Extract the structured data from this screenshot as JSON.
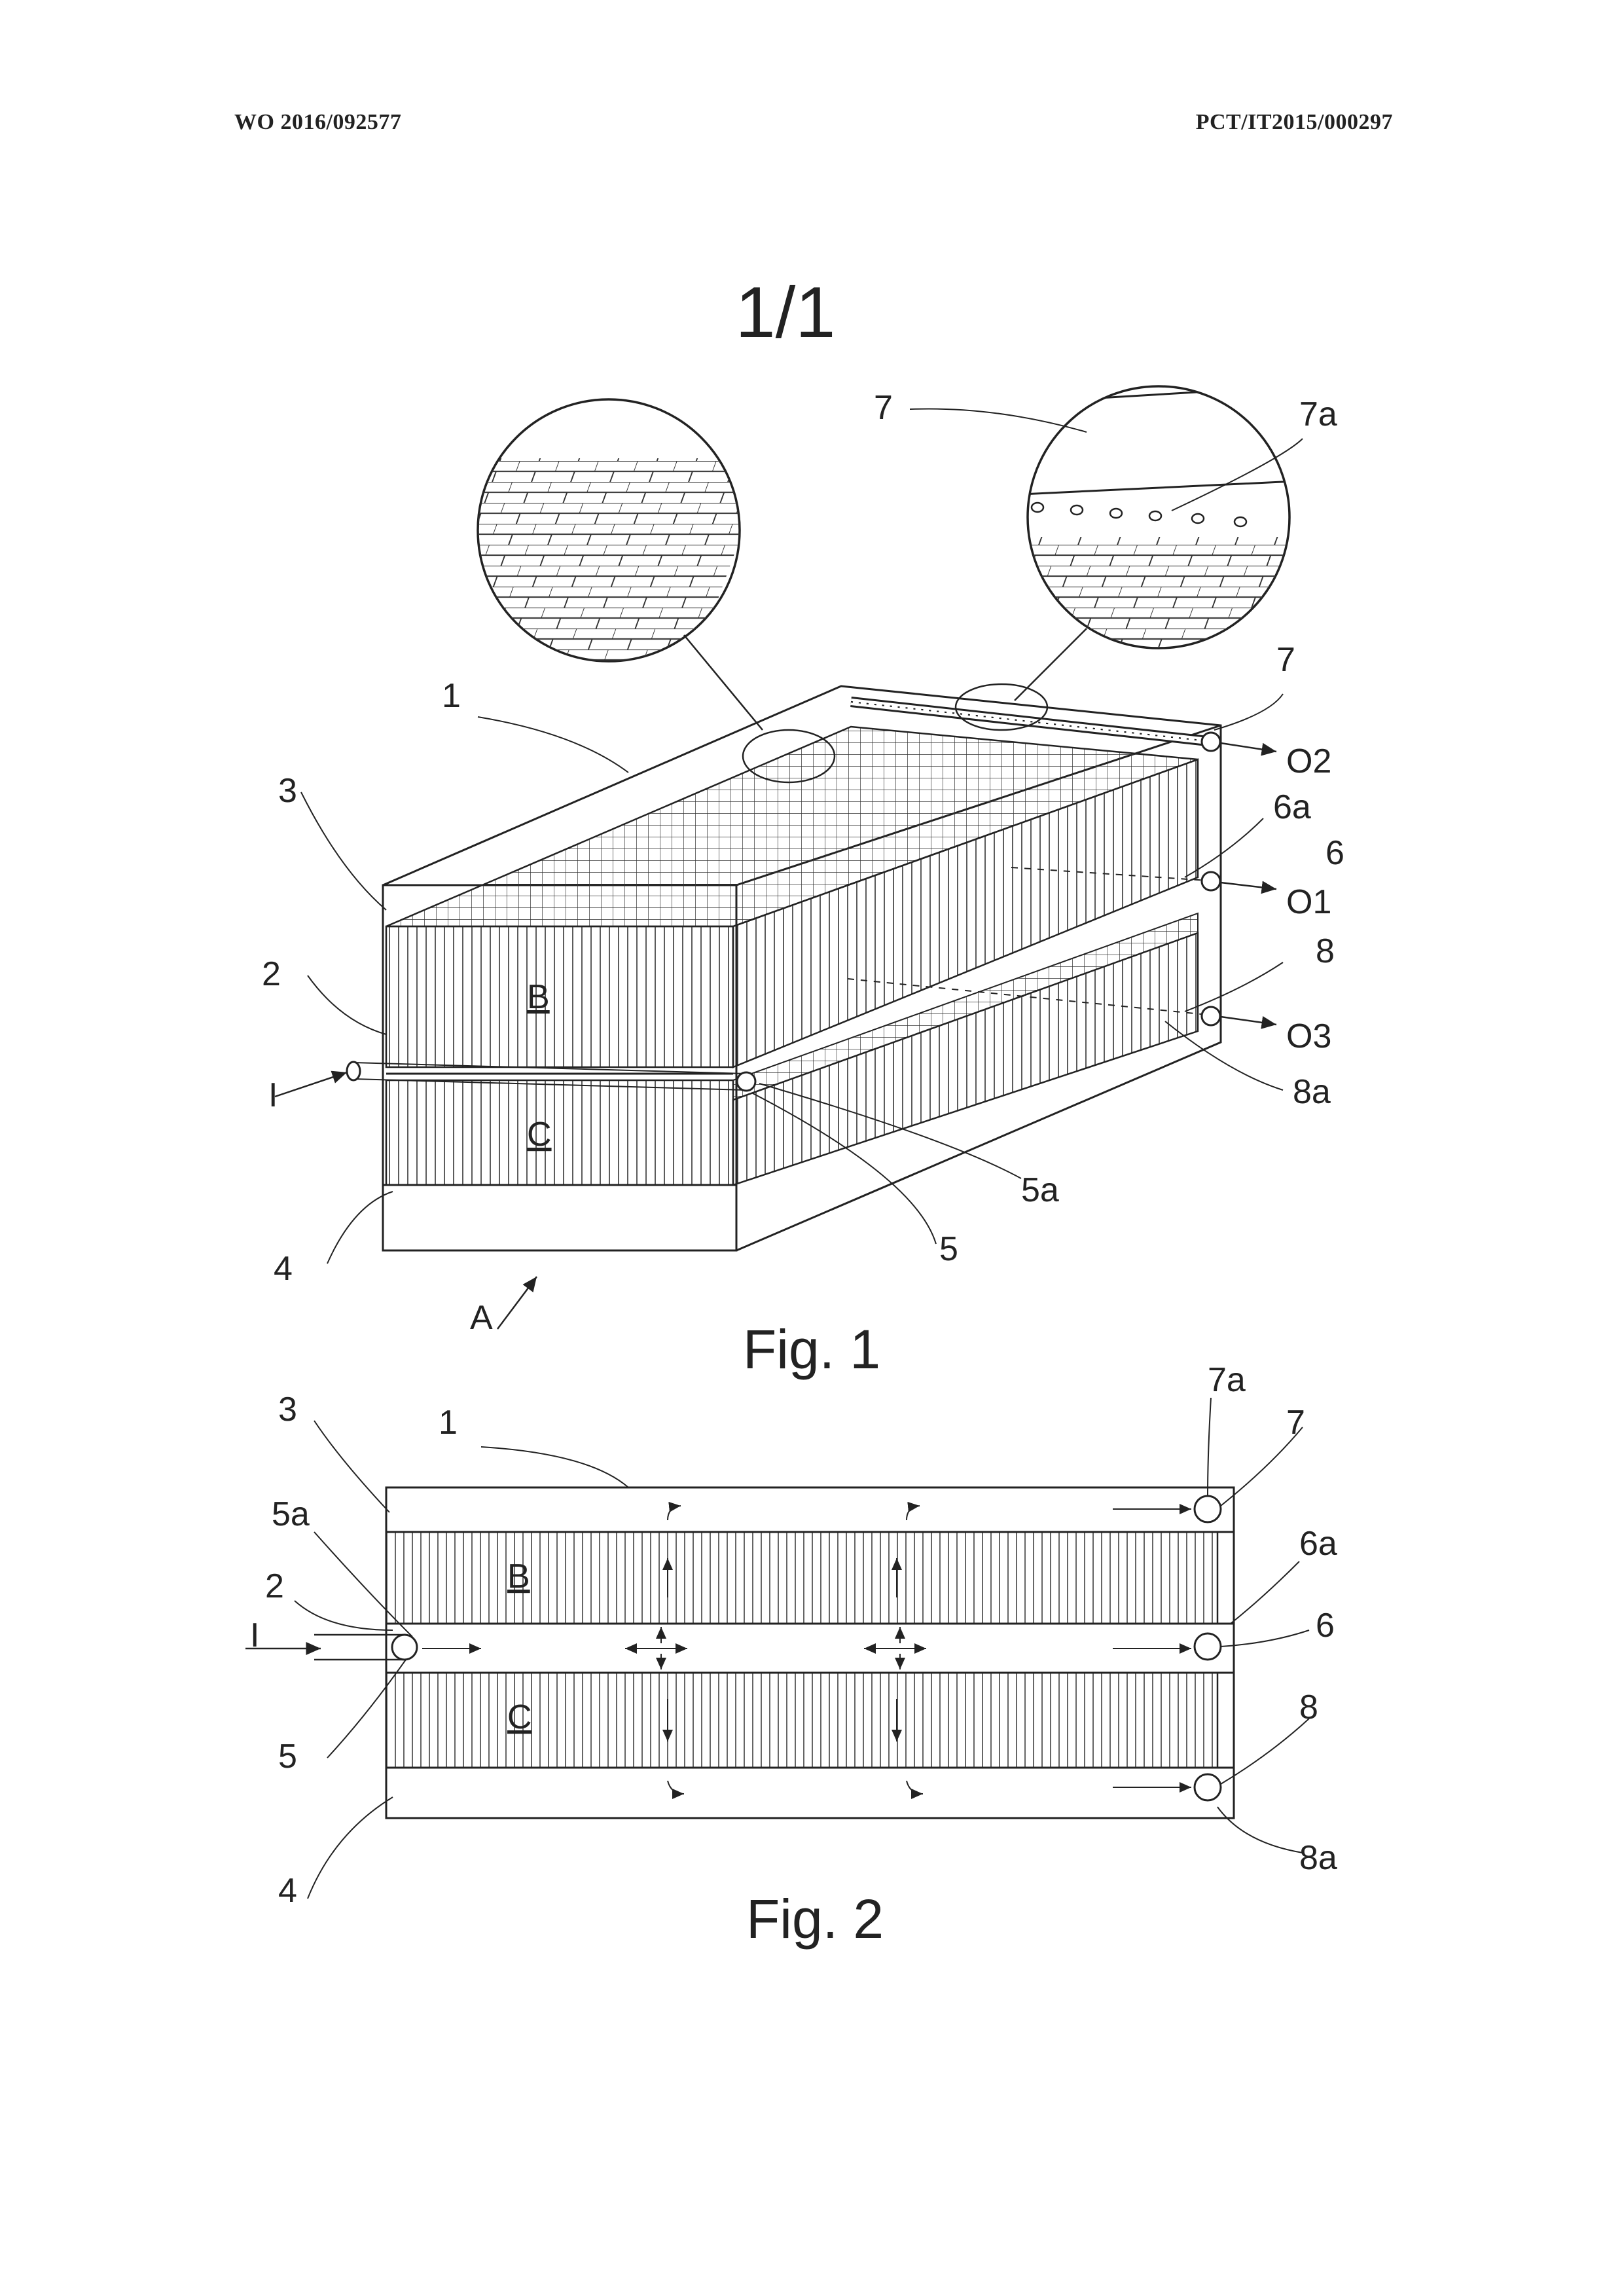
{
  "header": {
    "left": "WO 2016/092577",
    "right": "PCT/IT2015/000297"
  },
  "sheet_number": "1/1",
  "fig1": {
    "caption": "Fig. 1",
    "labels": {
      "l1": "1",
      "l2": "2",
      "l3": "3",
      "l4": "4",
      "l5": "5",
      "l5a": "5a",
      "l6": "6",
      "l6a": "6a",
      "l7": "7",
      "l7top": "7",
      "l7a": "7a",
      "l8": "8",
      "l8a": "8a",
      "I": "I",
      "O1": "O1",
      "O2": "O2",
      "O3": "O3",
      "A": "A",
      "B": "B",
      "C": "C"
    }
  },
  "fig2": {
    "caption": "Fig. 2",
    "labels": {
      "l1": "1",
      "l2": "2",
      "l3": "3",
      "l4": "4",
      "l5": "5",
      "l5a": "5a",
      "l6": "6",
      "l6a": "6a",
      "l7": "7",
      "l7a": "7a",
      "l8": "8",
      "l8a": "8a",
      "I": "I",
      "B": "B",
      "C": "C"
    }
  }
}
